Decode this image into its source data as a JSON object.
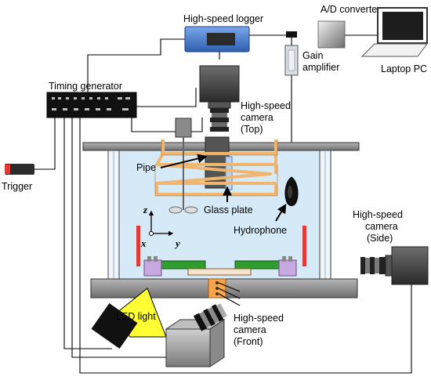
{
  "labels": {
    "high_speed_logger": "High-speed logger",
    "ad_converter": "A/D converter",
    "laptop_pc": "Laptop PC",
    "gain": "Gain",
    "amplifier": "amplifier",
    "timing_generator": "Timing generator",
    "trigger": "Trigger",
    "cam_top_1": "High-speed",
    "cam_top_2": "camera",
    "cam_top_3": "(Top)",
    "pipe": "Pipe",
    "glass_plate": "Glass plate",
    "hydrophone": "Hydrophone",
    "cam_side_1": "High-speed",
    "cam_side_2": "camera",
    "cam_side_3": "(Side)",
    "led_light": "LED light",
    "cam_front_1": "High-speed",
    "cam_front_2": "camera",
    "cam_front_3": "(Front)",
    "axis_z": "z",
    "axis_x": "x",
    "axis_y": "y"
  },
  "colors": {
    "water": "#d6e9f7",
    "pipe_orange": "#f0b670",
    "logger_blue": "#4f86d6",
    "led_yellow": "#ffff33",
    "pcb_green": "#2f9e2f",
    "red_post": "#e53935",
    "base_gray": "#8c8c8c",
    "camera_dark": "#3c3c3c"
  }
}
